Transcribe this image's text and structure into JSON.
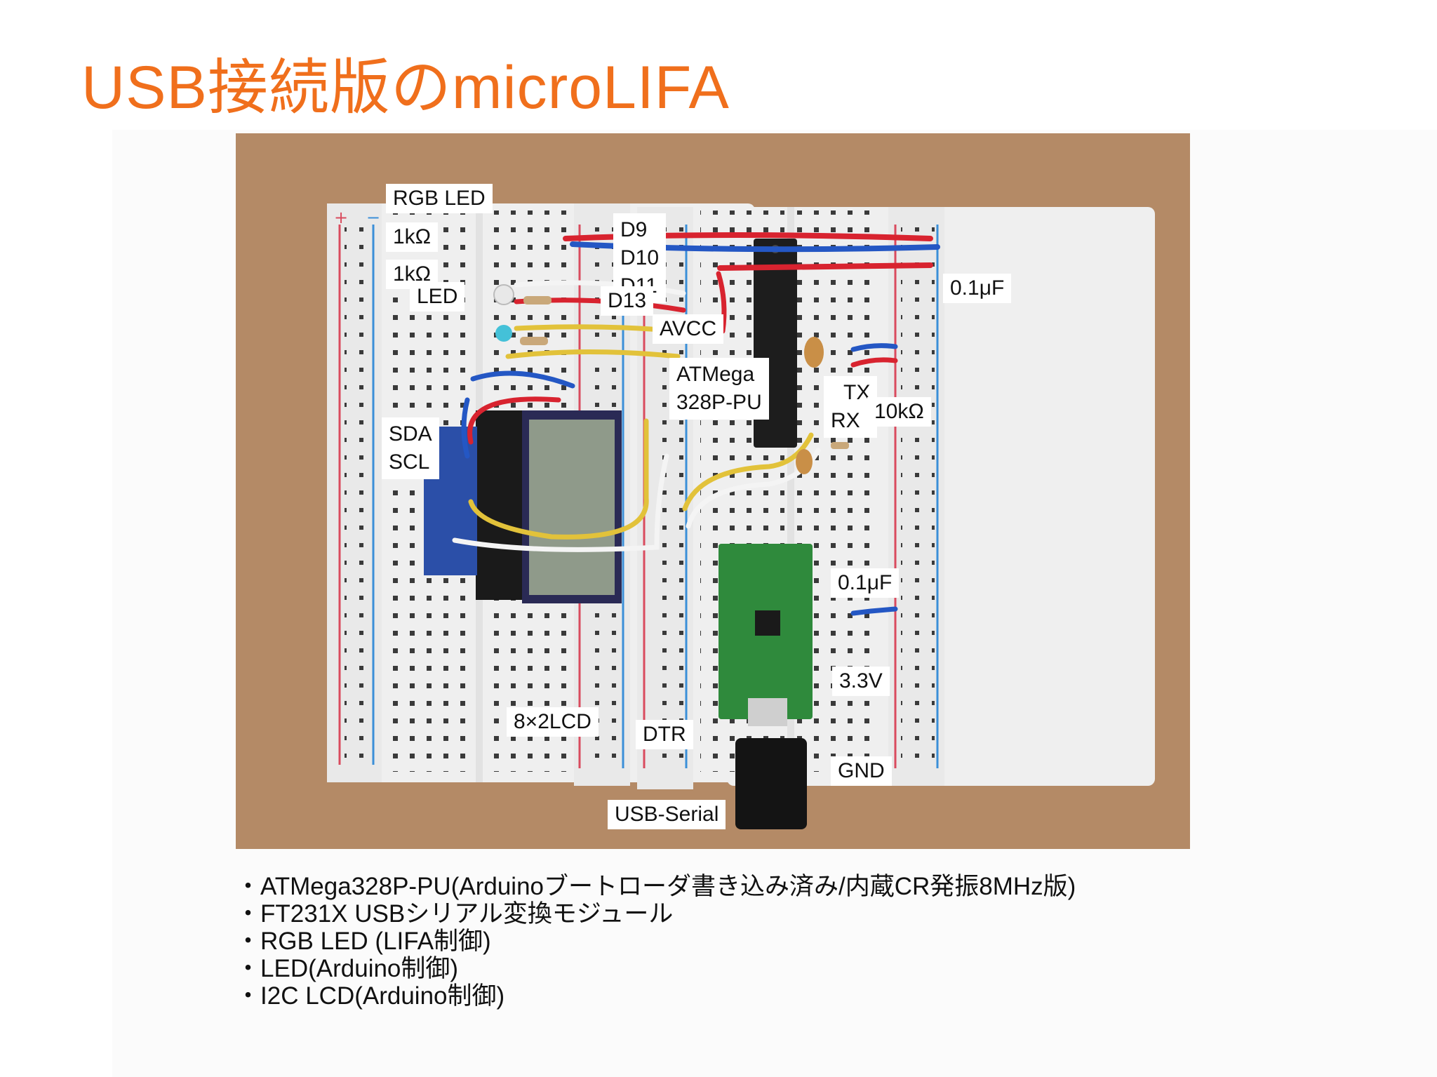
{
  "title": "USB接続版のmicroLIFA",
  "photo_labels": {
    "rgb_led": "RGB LED",
    "res1": "1kΩ",
    "res2": "1kΩ",
    "led": "LED",
    "d9": "D9",
    "d10": "D10",
    "d11": "D11",
    "d13": "D13",
    "avcc": "AVCC",
    "cap1": "0.1μF",
    "atmega_line1": "ATMega",
    "atmega_line2": "328P-PU",
    "tx": "TX",
    "rx": "RX",
    "res3": "10kΩ",
    "sda": "SDA",
    "scl": "SCL",
    "cap2": "0.1μF",
    "v33": "3.3V",
    "lcd": "8×2LCD",
    "dtr": "DTR",
    "gnd": "GND",
    "usb_serial": "USB-Serial"
  },
  "bullets": [
    "ATMega328P-PU(Arduinoブートローダ書き込み済み/内蔵CR発振8MHz版)",
    "FT231X USBシリアル変換モジュール",
    "RGB LED (LIFA制御)",
    "LED(Arduino制御)",
    "I2C LCD(Arduino制御)"
  ],
  "colors": {
    "title": "#f06f1c",
    "photo_background": "#b48a66",
    "wire_red": "#d8232f",
    "wire_blue": "#2457c4",
    "wire_yellow": "#e2c23a",
    "wire_white": "#f4f4f4",
    "pcb_green": "#2f8a3c"
  }
}
